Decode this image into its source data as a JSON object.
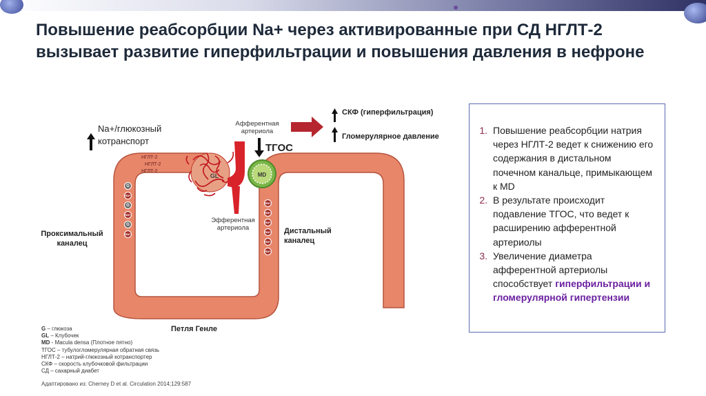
{
  "title": "Повышение реабсорбции Na+ через активированные при СД НГЛТ-2 вызывает развитие гиперфильтрации и повышения давления в нефроне",
  "diagram": {
    "na_transport": "Na+/глюкозный котранспорт",
    "sglt_labels": [
      "НГЛТ-2",
      "НГЛТ-2",
      "НГЛТ-2"
    ],
    "afferent": "Афферентная артериола",
    "efferent": "Эфферентная артериола",
    "tgos": "ТГОС",
    "gl": "GL",
    "md": "MD",
    "gfr": "СКФ (гиперфильтрация)",
    "glom_pressure": "Гломерулярное давление",
    "proximal": "Проксимальный каналец",
    "distal": "Дистальный каналец",
    "henle": "Петля Генле",
    "left_markers": [
      "G",
      "Na+",
      "G",
      "Na+",
      "G",
      "Na+"
    ],
    "right_markers": [
      "Na+",
      "Na+",
      "Na+",
      "Na+",
      "Na+",
      "Na+"
    ]
  },
  "legend": [
    {
      "key": "G",
      "text": " – глюкоза"
    },
    {
      "key": "GL",
      "text": " – Клубочек"
    },
    {
      "key": "MD",
      "text": " - Macula densa (Плотное пятно)"
    },
    {
      "key": "",
      "text": "ТГОС – тубулогломерулярная обратная связь"
    },
    {
      "key": "",
      "text": "НГЛТ-2 – натрий-глюкозный котранспортер"
    },
    {
      "key": "",
      "text": "СКФ – скорость клубочковой фильтрации"
    },
    {
      "key": "",
      "text": "СД – сахарный диабет"
    }
  ],
  "source": "Адаптировано из: Cherney D et al. Circulation 2014;129:587",
  "panel": {
    "items": [
      {
        "num": "1.",
        "text": "Повышение реабсорбции натрия через НГЛТ-2 ведет к снижению его содержания в дистальном почечном канальце, примыкающем к MD"
      },
      {
        "num": "2.",
        "text": "В результате происходит подавление ТГОС, что ведет к расширению афферентной артериолы"
      },
      {
        "num": "3.",
        "text": "Увеличение диаметра афферентной артериолы способствует ",
        "highlight": "гиперфильтрации и гломерулярной гипертензии"
      }
    ]
  },
  "colors": {
    "tubule": "#e8866a",
    "tubule_stroke": "#b5543e",
    "vessel": "#d8232a",
    "md_ring": "#7ab648",
    "highlight": "#6a1fa0",
    "panel_border": "#5a6ab0"
  }
}
